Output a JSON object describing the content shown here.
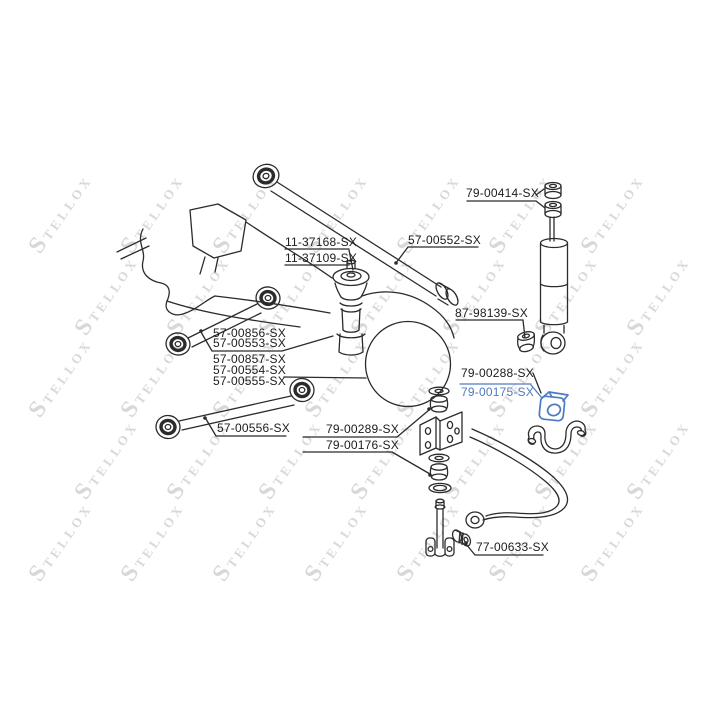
{
  "diagram": {
    "title_hint": "rear suspension exploded parts diagram",
    "watermark_text": "STELLOX",
    "colors": {
      "accent": "#4d7bbf",
      "line": "#2b2b2b",
      "watermark": "#d8d8d8"
    },
    "labels": {
      "shock_top_bushings": "79-00414-SX",
      "track_rod": "57-00552-SX",
      "bump_stop_a": "11-37168-SX",
      "bump_stop_b": "11-37109-SX",
      "upper_arm_a": "57-00856-SX",
      "upper_arm_b": "57-00553-SX",
      "upper_arm_c": "57-00857-SX",
      "upper_arm_d": "57-00554-SX",
      "upper_arm_e": "57-00555-SX",
      "lower_arm": "57-00556-SX",
      "shock_lower_bushing": "87-98139-SX",
      "stab_bushing_alt": "79-00288-SX",
      "stab_bushing_selected": "79-00175-SX",
      "link_bushing_a": "79-00289-SX",
      "link_bushing_b": "79-00176-SX",
      "link_lower_bushing": "77-00633-SX"
    }
  }
}
